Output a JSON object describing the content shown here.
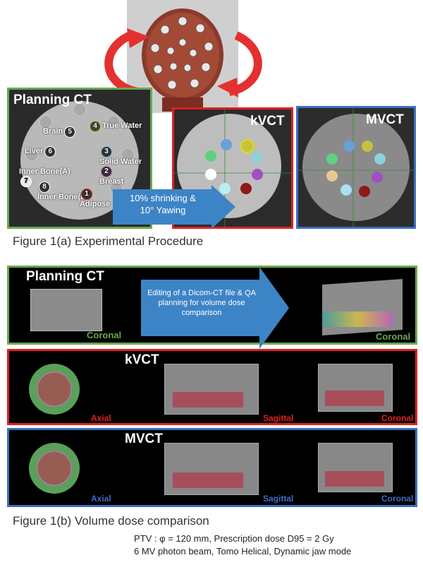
{
  "fig1a": {
    "planning_ct_label": "Planning CT",
    "kvct_label": "kVCT",
    "mvct_label": "MVCT",
    "caption": "Figure 1(a) Experimental Procedure",
    "transform_text_line1": "10% shrinking &",
    "transform_text_line2": "10°  Yawing",
    "inserts": [
      {
        "num": "1",
        "name": "Adipose"
      },
      {
        "num": "2",
        "name": "Breast"
      },
      {
        "num": "3",
        "name": "Solid Water"
      },
      {
        "num": "4",
        "name": "True Water"
      },
      {
        "num": "5",
        "name": "Brain"
      },
      {
        "num": "6",
        "name": "Liver"
      },
      {
        "num": "7",
        "name": "Inner Bone(A)"
      },
      {
        "num": "8",
        "name": "Inner Bone(B)"
      }
    ]
  },
  "fig1b": {
    "planning_ct_label": "Planning CT",
    "coronal_label_left": "Coronal",
    "coronal_label_right": "Coronal",
    "editing_text": "Editing of a Dicom-CT file & QA planning for volume dose comparison",
    "kvct_label": "kVCT",
    "mvct_label": "MVCT",
    "axial_label": "Axial",
    "sagittal_label": "Sagittal",
    "coronal_label": "Coronal",
    "caption": "Figure 1(b) Volume dose comparison"
  },
  "footnote": {
    "line1": "PTV : φ = 120 mm, Prescription dose D95 = 2 Gy",
    "line2": "6 MV photon beam, Tomo Helical, Dynamic jaw mode"
  },
  "colors": {
    "green_border": "#6aa84f",
    "red_border": "#e02020",
    "blue_border": "#3c6fc0",
    "arrow_blue": "#3d84c6"
  }
}
